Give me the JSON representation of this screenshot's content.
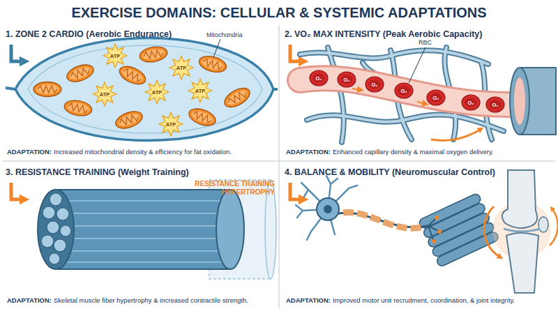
{
  "diagram": {
    "title": "EXERCISE DOMAINS: CELLULAR & SYSTEMIC ADAPTATIONS",
    "nodes": [
      {
        "text": [
          "1. ZONE 2 CARDIO (Aerobic Endurance)",
          "ADAPTATION:",
          "Increased mitochondrial density & efficiency for fat oxidation."
        ]
      },
      {
        "text": [
          "2. VO₂ MAX INTENSITY (Peak Aerobic Capacity)",
          "ADAPTATION:",
          "Enhanced capillary density & maximal oxygen delivery."
        ]
      },
      {
        "text": [
          "3. RESISTANCE TRAINING (Weight Training)",
          "ADAPTATION:",
          "Skeletal muscle fiber hypertrophy & increased contractile strength."
        ]
      },
      {
        "text": [
          "4. BALANCE & MOBILITY (Neuromuscular Control)",
          "ADAPTATION:",
          "Improved motor unit recruitment, coordination, & joint integrity."
        ]
      }
    ],
    "labels": [
      "Mitochondria",
      "ATP",
      "ATP",
      "ATP",
      "ATP",
      "ATP",
      "ATP",
      "RBC",
      "O₂",
      "O₂",
      "O₂",
      "O₂",
      "O₂",
      "O₂",
      "O₂",
      "RESISTANCE TRAINING HYPERTROPHY"
    ]
  }
}
